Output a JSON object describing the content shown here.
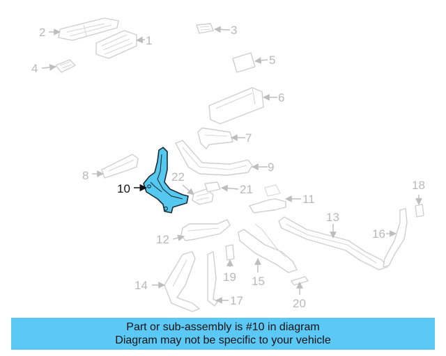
{
  "diagram": {
    "highlighted_part": "10",
    "colors": {
      "highlight": "#55c8f0",
      "outline": "#cfcfcf",
      "banner": "#5bc8f5"
    },
    "callouts": [
      "1",
      "2",
      "3",
      "4",
      "5",
      "6",
      "7",
      "8",
      "9",
      "10",
      "11",
      "12",
      "13",
      "14",
      "15",
      "16",
      "17",
      "18",
      "19",
      "20",
      "21",
      "22"
    ]
  },
  "banner": {
    "line1": "Part or sub-assembly is #10 in diagram",
    "line2": "Diagram may not be specific to your vehicle"
  }
}
